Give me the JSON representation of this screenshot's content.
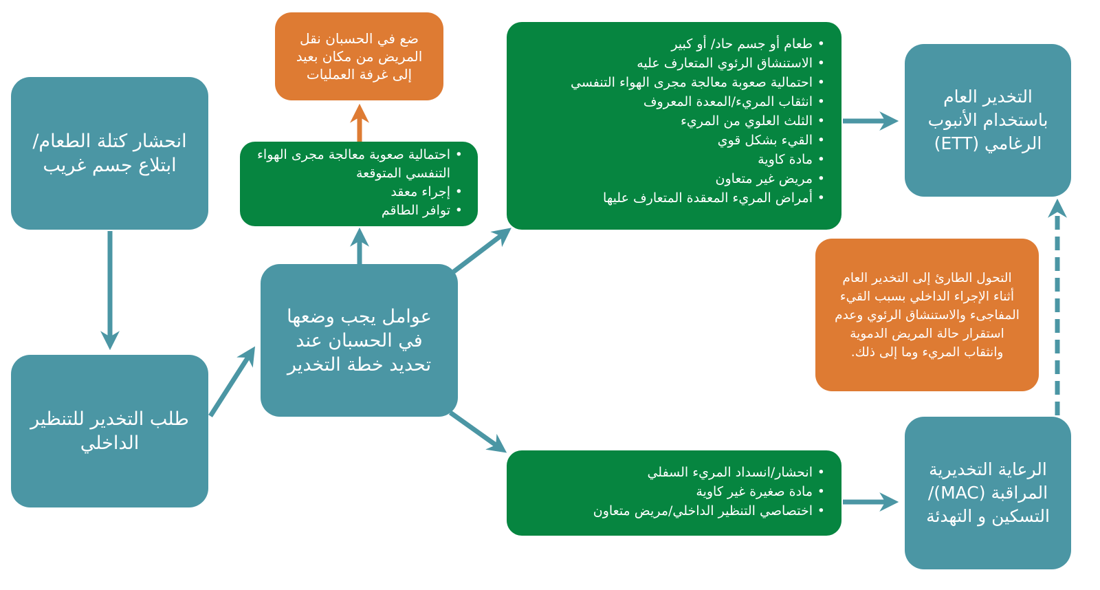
{
  "colors": {
    "teal": "#4b96a4",
    "green": "#068540",
    "orange": "#de7b33",
    "arrow": "#4b96a4",
    "arrow_orange": "#de7b33"
  },
  "nodes": {
    "food_impaction": "انحشار كتلة الطعام/ابتلاع جسم غريب",
    "endoscopy_request": "طلب التخدير للتنظير الداخلي",
    "factors": "عوامل يجب وضعها في الحسبان عند تحديد خطة التخدير",
    "remote_location": "ضع في الحسبان نقل المريض من مكان بعيد إلى غرفة العمليات",
    "general_ett": "التخدير العام باستخدام الأنبوب الرغامي (ETT)",
    "mac": "الرعاية التخديرية المراقبة (MAC)/التسكين و التهدئة",
    "emergency_conversion": "التحول الطارئ إلى التخدير العام أثناء الإجراء الداخلي بسبب القيء المفاجىء والاستنشاق الرئوي وعدم استقرار حالة المريض الدموية وانثقاب المريء وما إلى ذلك."
  },
  "lists": {
    "small_green": [
      "احتمالية صعوبة معالجة مجرى الهواء التنفسي المتوقعة",
      "إجراء معقد",
      "توافر الطاقم"
    ],
    "big_green": [
      "طعام أو جسم حاد/ أو كبير",
      "الاستنشاق الرئوي المتعارف عليه",
      "احتمالية صعوبة معالجة مجرى الهواء التنفسي",
      "انثقاب المريء/المعدة المعروف",
      "الثلث العلوي من المريء",
      "القيء بشكل قوي",
      "مادة كاوية",
      "مريض غير متعاون",
      "أمراض المريء المعقدة المتعارف عليها"
    ],
    "bottom_green": [
      "انحشار/انسداد المريء السفلي",
      "مادة صغيرة غير كاوية",
      "اختصاصي التنظير الداخلي/مريض متعاون"
    ]
  }
}
